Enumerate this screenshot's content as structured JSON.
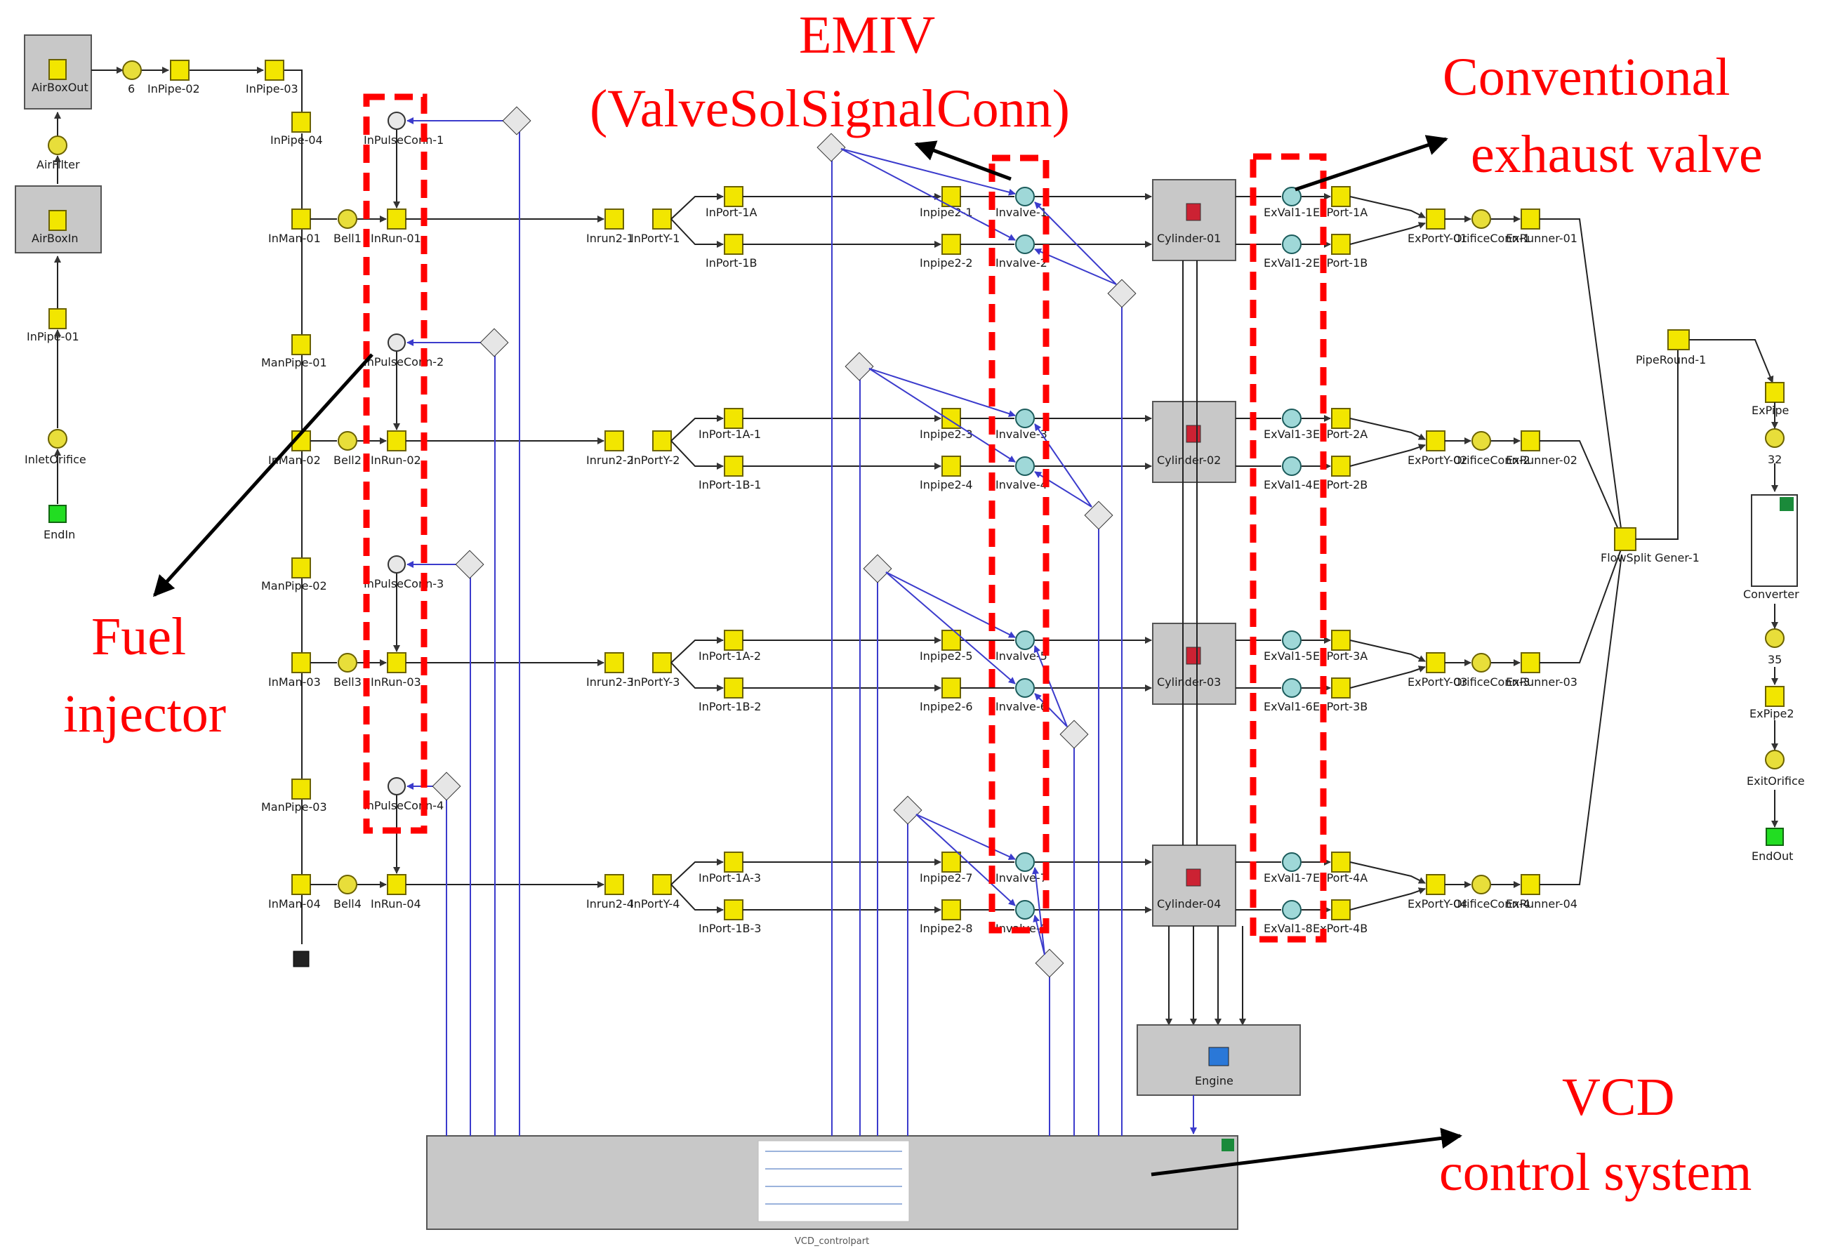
{
  "annotations": {
    "emiv_line1": "EMIV",
    "emiv_line2": "(ValveSolSignalConn)",
    "exhaust_line1": "Conventional",
    "exhaust_line2": "exhaust valve",
    "fuel_line1": "Fuel",
    "fuel_line2": "injector",
    "vcd_line1": "VCD",
    "vcd_line2": "control system"
  },
  "intake_side": {
    "air_box_out": "AirBoxOut",
    "air_filter": "AirFilter",
    "air_box_in": "AirBoxIn",
    "in_pipe_01": "InPipe-01",
    "inlet_orifice": "InletOrifice",
    "end_in": "EndIn",
    "orifice_6": "6",
    "in_pipe_02": "InPipe-02",
    "in_pipe_03": "InPipe-03",
    "in_pipe_04": "InPipe-04"
  },
  "manifold_col": [
    {
      "man": "InMan-01",
      "bell": "Bell1",
      "run": "InRun-01"
    },
    {
      "man": "InMan-02",
      "bell": "Bell2",
      "run": "InRun-02"
    },
    {
      "man": "InMan-03",
      "bell": "Bell3",
      "run": "InRun-03"
    },
    {
      "man": "InMan-04",
      "bell": "Bell4",
      "run": "InRun-04"
    }
  ],
  "man_pipes": [
    "ManPipe-01",
    "ManPipe-02",
    "ManPipe-03"
  ],
  "pulse_conns": [
    "InPulseConn-1",
    "InPulseConn-2",
    "InPulseConn-3",
    "InPulseConn-4"
  ],
  "cylinders": [
    {
      "inrun2": "Inrun2-1",
      "porty": "InPortY-1",
      "portA": "InPort-1A",
      "portB": "InPort-1B",
      "pipeA": "Inpipe2-1",
      "pipeB": "Inpipe2-2",
      "invA": "Invalve-1",
      "invB": "Invalve-2",
      "cyl": "Cylinder-01",
      "exvA": "ExVal1-1",
      "exvB": "ExVal1-2",
      "exportA": "ExPort-1A",
      "exportB": "ExPort-1B",
      "exporty": "ExPortY-01",
      "orifice": "OrificeConn-1",
      "runner": "ExRunner-01"
    },
    {
      "inrun2": "Inrun2-2",
      "porty": "InPortY-2",
      "portA": "InPort-1A-1",
      "portB": "InPort-1B-1",
      "pipeA": "Inpipe2-3",
      "pipeB": "Inpipe2-4",
      "invA": "Invalve-3",
      "invB": "Invalve-4",
      "cyl": "Cylinder-02",
      "exvA": "ExVal1-3",
      "exvB": "ExVal1-4",
      "exportA": "ExPort-2A",
      "exportB": "ExPort-2B",
      "exporty": "ExPortY-02",
      "orifice": "OrificeConn-2",
      "runner": "ExRunner-02"
    },
    {
      "inrun2": "Inrun2-3",
      "porty": "InPortY-3",
      "portA": "InPort-1A-2",
      "portB": "InPort-1B-2",
      "pipeA": "Inpipe2-5",
      "pipeB": "Inpipe2-6",
      "invA": "Invalve-5",
      "invB": "Invalve-6",
      "cyl": "Cylinder-03",
      "exvA": "ExVal1-5",
      "exvB": "ExVal1-6",
      "exportA": "ExPort-3A",
      "exportB": "ExPort-3B",
      "exporty": "ExPortY-03",
      "orifice": "OrificeConn-3",
      "runner": "ExRunner-03"
    },
    {
      "inrun2": "Inrun2-4",
      "porty": "InPortY-4",
      "portA": "InPort-1A-3",
      "portB": "InPort-1B-3",
      "pipeA": "Inpipe2-7",
      "pipeB": "Inpipe2-8",
      "invA": "Invalve-7",
      "invB": "Invalve-8",
      "cyl": "Cylinder-04",
      "exvA": "ExVal1-7",
      "exvB": "ExVal1-8",
      "exportA": "ExPort-4A",
      "exportB": "ExPort-4B",
      "exporty": "ExPortY-04",
      "orifice": "OrificeConn-4",
      "runner": "ExRunner-04"
    }
  ],
  "exhaust_side": {
    "pipe_round": "PipeRound-1",
    "ex_pipe": "ExPipe",
    "orifice_32": "32",
    "converter": "Converter",
    "orifice_35": "35",
    "ex_pipe2": "ExPipe2",
    "exit_orifice": "ExitOrifice",
    "end_out": "EndOut",
    "flow_split": "FlowSplit Gener-1"
  },
  "engine": "Engine",
  "vcd_block": "VCD_controlpart",
  "colors": {
    "annotation": "#ff0000",
    "signal_wire": "#3b3bcc",
    "pipe_fill": "#f2e600",
    "block_fill": "#c8c8c8",
    "end_green": "#22dd22"
  }
}
